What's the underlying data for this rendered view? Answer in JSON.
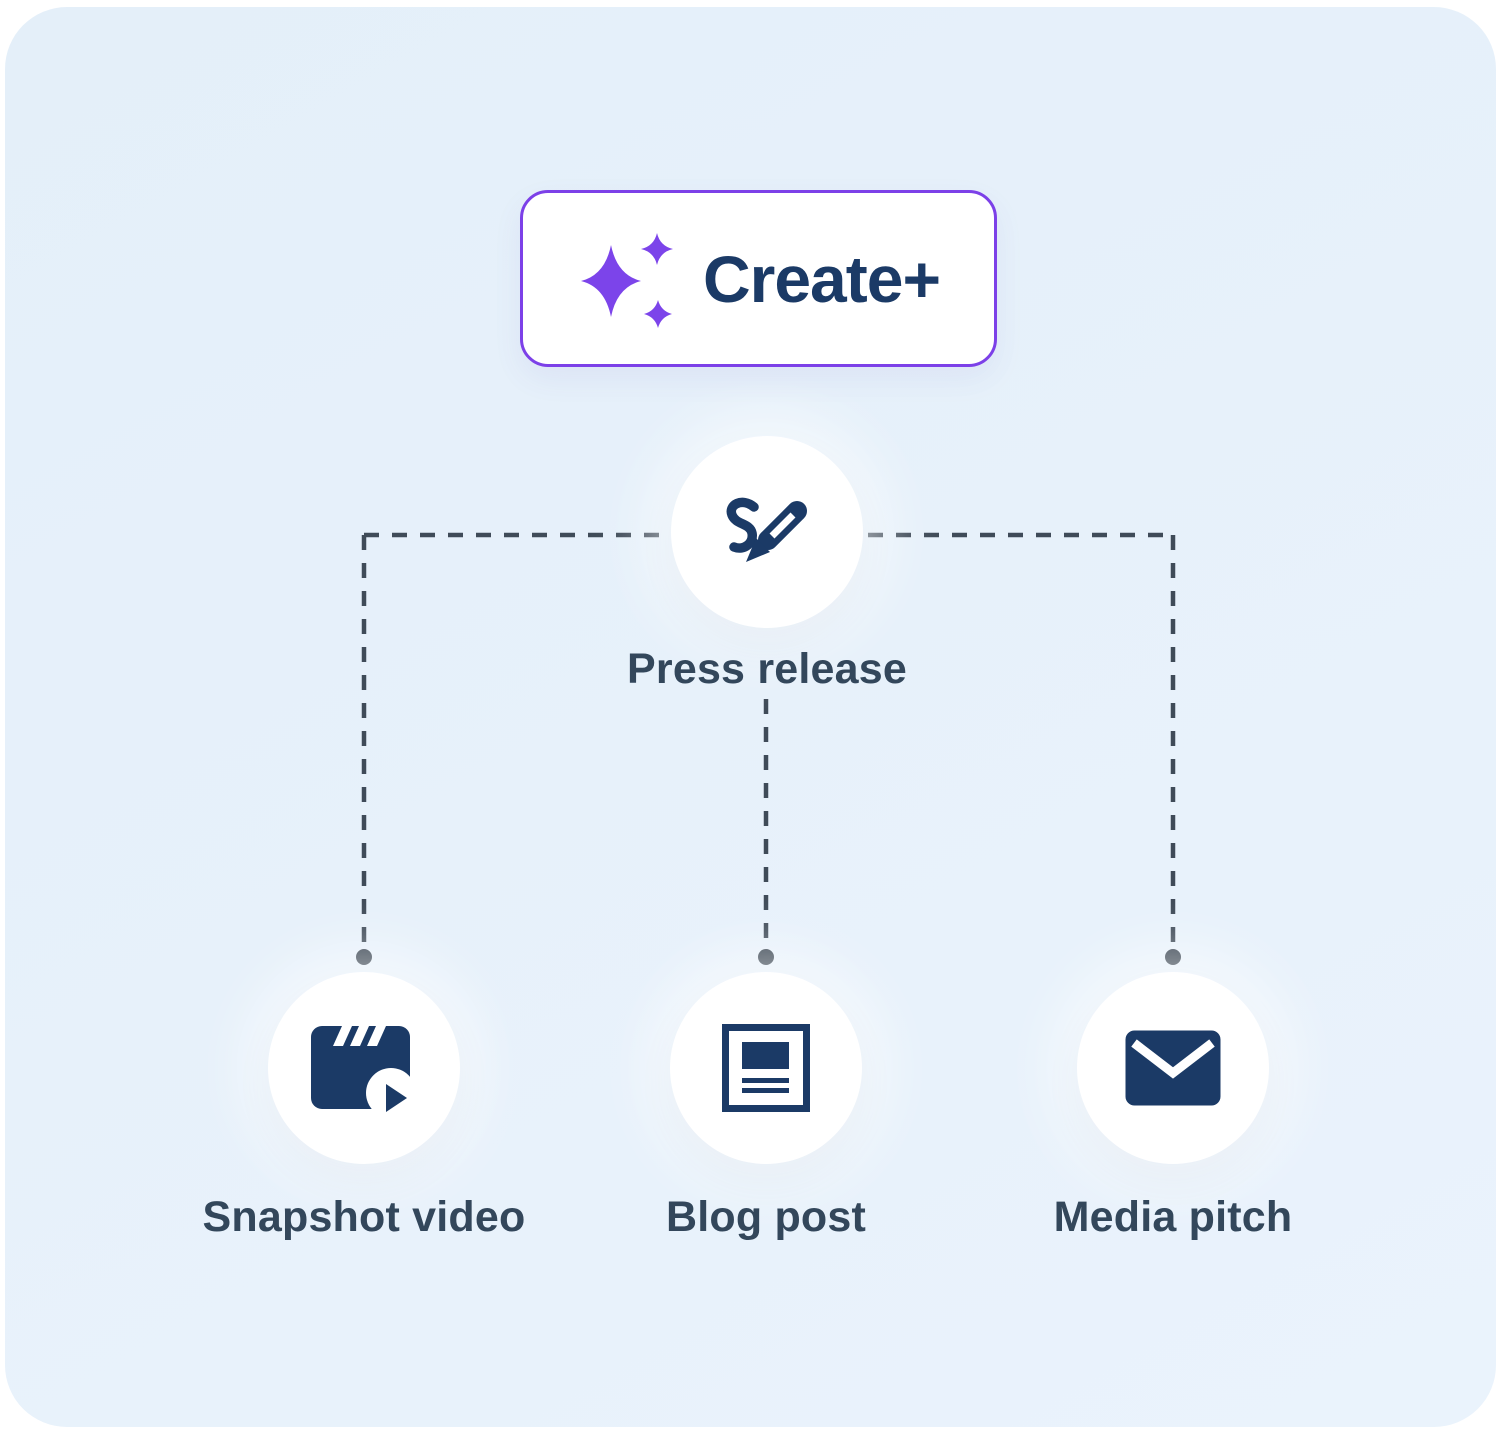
{
  "theme": {
    "panel_bg_start": "#e4eff9",
    "panel_bg_end": "#eaf3fc",
    "navy": "#1b3a66",
    "slate": "#33475b",
    "dash": "#3f4b58",
    "dot": "#333f4c",
    "purple": "#7c44ea",
    "purple_border": "#7c40e8",
    "card_bg": "#ffffff",
    "node_bg": "#ffffff"
  },
  "create_button": {
    "label": "Create+",
    "icon": "sparkles"
  },
  "root_node": {
    "label": "Press release",
    "icon": "pen-signature"
  },
  "output_nodes": [
    {
      "label": "Snapshot video",
      "icon": "video-clapper-play"
    },
    {
      "label": "Blog post",
      "icon": "article-layout"
    },
    {
      "label": "Media pitch",
      "icon": "envelope"
    }
  ]
}
